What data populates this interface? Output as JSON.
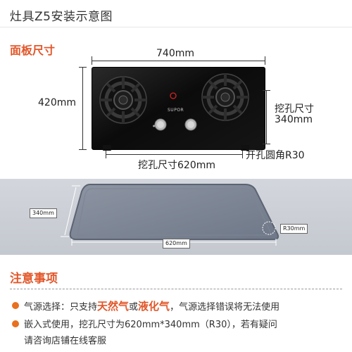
{
  "header": {
    "title": "灶具Z5安装示意图"
  },
  "panel_section": {
    "label": "面板尺寸",
    "width_label": "740mm",
    "height_label": "420mm",
    "cutout_depth_label_line1": "挖孔尺寸",
    "cutout_depth_label_line2": "340mm",
    "cutout_width_label": "挖孔尺寸620mm",
    "corner_radius_label": "开孔圆角R30",
    "brand": "SUPOR"
  },
  "cutout_diagram": {
    "depth_label": "340mm",
    "width_label": "620mm",
    "radius_label": "R30mm"
  },
  "notes": {
    "title": "注意事项",
    "line1_a": "气源选择：只支持",
    "line1_gas1": "天然气",
    "line1_or": "或",
    "line1_gas2": "液化气",
    "line1_b": "，气源选择错误将无法使用",
    "line2": "嵌入式使用，挖孔尺寸为620mm*340mm（R30），若有疑问",
    "line3": "请咨询店铺在线客服"
  },
  "colors": {
    "accent": "#e2572a",
    "bullet": "#e8701f"
  }
}
